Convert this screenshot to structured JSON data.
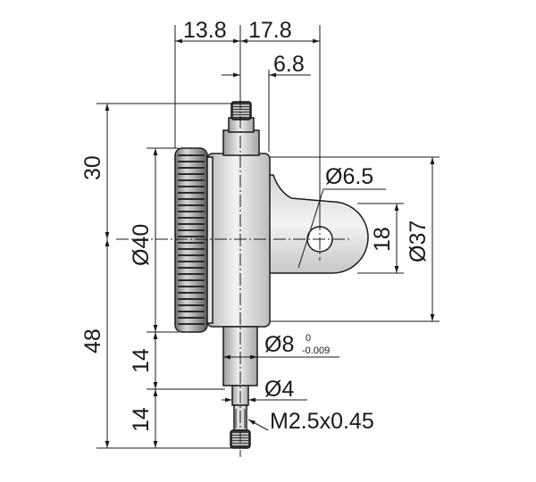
{
  "dimensions": {
    "width_left": "13.8",
    "width_right": "17.8",
    "stem_offset": "6.8",
    "height_top": "30",
    "height_bottom": "48",
    "dia_bezel": "Ø40",
    "dia_back": "Ø37",
    "lug_hole": "Ø6.5",
    "lug_height": "18",
    "stem_dia": "Ø8",
    "stem_tol_upper": "0",
    "stem_tol_lower": "-0.009",
    "stem_len_1": "14",
    "stem_len_2": "14",
    "tip_dia": "Ø4",
    "thread": "M2.5x0.45"
  },
  "colors": {
    "line": "#1a1a1a",
    "body_light": "#ececec",
    "body_mid": "#cfcfcf",
    "body_dark": "#8a8a8a",
    "knurl_dark": "#2a2a2a"
  }
}
